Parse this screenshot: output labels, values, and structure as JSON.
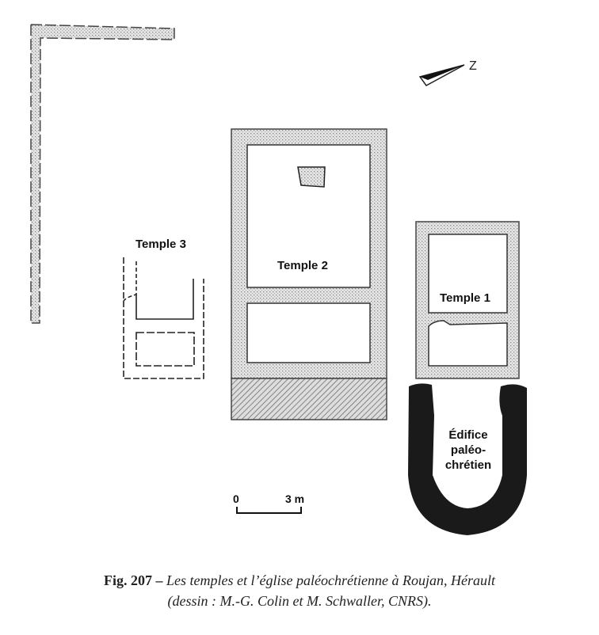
{
  "plan": {
    "north_label": "Z",
    "temple1": "Temple 1",
    "temple2": "Temple 2",
    "temple3": "Temple 3",
    "edifice_lines": [
      "Édifice",
      "paléo-",
      "chrétien"
    ],
    "scale_start": "0",
    "scale_end": "3 m"
  },
  "caption": {
    "fig": "Fig. 207 –",
    "title": "Les temples et l’église paléochrétienne à Roujan, Hérault",
    "credit": "(dessin : M.-G. Colin et M. Schwaller, CNRS)."
  }
}
